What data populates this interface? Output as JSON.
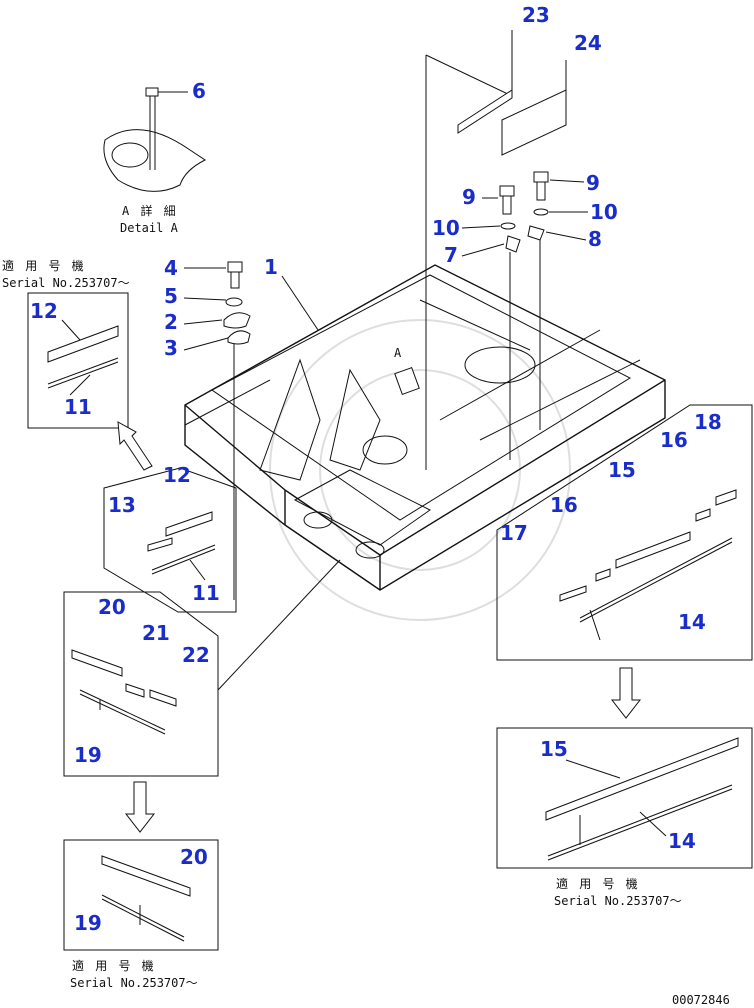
{
  "callouts": {
    "c1": "1",
    "c2": "2",
    "c3": "3",
    "c4": "4",
    "c5": "5",
    "c6": "6",
    "c7": "7",
    "c8": "8",
    "c9a": "9",
    "c9b": "9",
    "c10a": "10",
    "c10b": "10",
    "c11a": "11",
    "c11b": "11",
    "c12a": "12",
    "c12b": "12",
    "c13": "13",
    "c14a": "14",
    "c14b": "14",
    "c15a": "15",
    "c15b": "15",
    "c16a": "16",
    "c16b": "16",
    "c17": "17",
    "c18": "18",
    "c19a": "19",
    "c19b": "19",
    "c20a": "20",
    "c20b": "20",
    "c21": "21",
    "c22": "22",
    "c23": "23",
    "c24": "24"
  },
  "detail_a": {
    "jp": "A 詳 細",
    "en": "Detail A",
    "view_letter": "A"
  },
  "serial_labels": {
    "jp": "適 用 号 機",
    "en": "Serial No.253707～"
  },
  "drawing_number": "00072846",
  "colors": {
    "callout": "#1a2dc8",
    "line": "#111111",
    "watermark": "#c8c8c8"
  }
}
